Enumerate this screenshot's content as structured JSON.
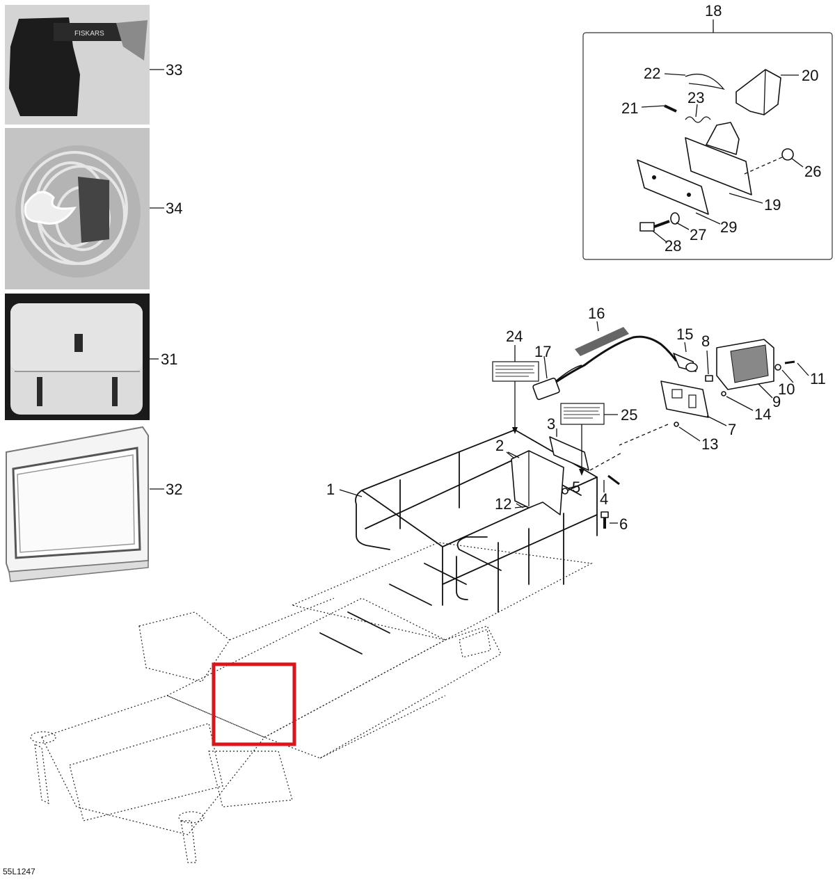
{
  "document_code": "55L1247",
  "callouts": {
    "c1": "1",
    "c2": "2",
    "c3": "3",
    "c4": "4",
    "c5": "5",
    "c6": "6",
    "c7": "7",
    "c8": "8",
    "c9": "9",
    "c10": "10",
    "c11": "11",
    "c12": "12",
    "c13": "13",
    "c14": "14",
    "c15": "15",
    "c16": "16",
    "c17": "17",
    "c18": "18",
    "c19": "19",
    "c20": "20",
    "c21": "21",
    "c22": "22",
    "c23": "23",
    "c24": "24",
    "c25": "25",
    "c26": "26",
    "c27": "27",
    "c28": "28",
    "c29": "29",
    "c31": "31",
    "c32": "32",
    "c33": "33",
    "c34": "34"
  },
  "photos": {
    "axe_brand": "FISKARS"
  },
  "highlight": {
    "color": "#d9161c"
  }
}
